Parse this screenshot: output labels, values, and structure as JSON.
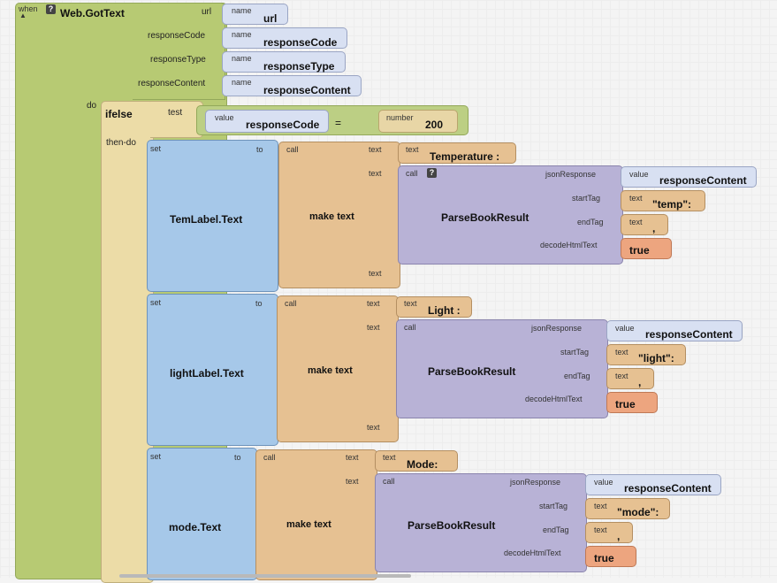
{
  "event": {
    "when": "when",
    "name": "Web.GotText",
    "params": [
      {
        "label": "url",
        "kind": "name",
        "value": "url"
      },
      {
        "label": "responseCode",
        "kind": "name",
        "value": "responseCode"
      },
      {
        "label": "responseType",
        "kind": "name",
        "value": "responseType"
      },
      {
        "label": "responseContent",
        "kind": "name",
        "value": "responseContent"
      }
    ],
    "do": "do"
  },
  "ifelse": {
    "name": "ifelse",
    "test": "test",
    "value_kind": "value",
    "value": "responseCode",
    "op": "=",
    "number_kind": "number",
    "number": "200",
    "then": "then-do"
  },
  "common": {
    "set": "set",
    "to": "to",
    "call": "call",
    "make_text": "make text",
    "text": "text",
    "proc": "ParseBookResult",
    "json": "jsonResponse",
    "start": "startTag",
    "end": "endTag",
    "decode": "decodeHtmlText",
    "value": "value",
    "true": "true",
    "help": "?"
  },
  "sets": [
    {
      "target": "TemLabel.Text",
      "label_text": "Temperature :",
      "value": "responseContent",
      "start_tag": "\"temp\":",
      "end_tag": ","
    },
    {
      "target": "lightLabel.Text",
      "label_text": "Light :",
      "value": "responseContent",
      "start_tag": "\"light\":",
      "end_tag": ","
    },
    {
      "target": "mode.Text",
      "label_text": "Mode:",
      "value": "responseContent",
      "start_tag": "\"mode\":",
      "end_tag": ","
    }
  ],
  "colors": {
    "event": "#b7ca73",
    "set": "#a6c8e9",
    "text": "#e6c192",
    "procedure": "#b8b2d6",
    "boolean": "#eda57f"
  }
}
